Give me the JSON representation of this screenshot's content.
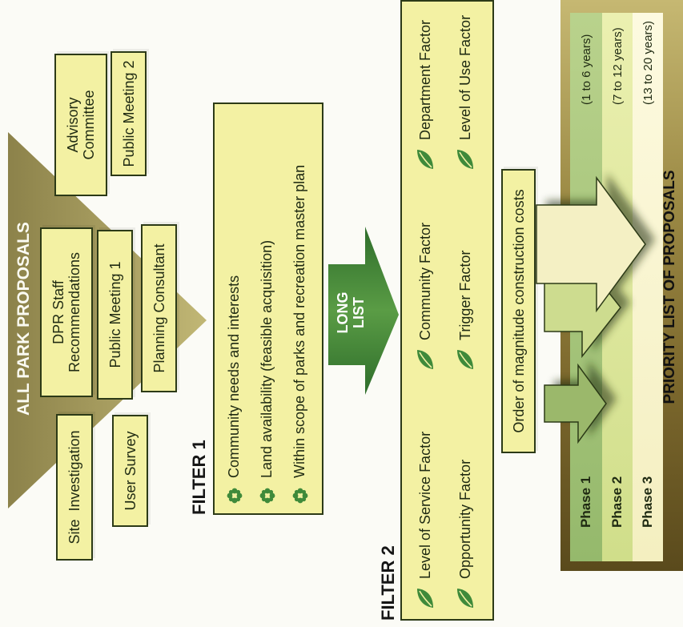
{
  "headings": {
    "all_proposals": "ALL PARK PROPOSALS",
    "filter1": "FILTER 1",
    "long_list": [
      "LONG",
      "LIST"
    ],
    "filter2": "FILTER 2",
    "priority": "PRIORITY LIST OF PROPOSALS"
  },
  "sources": {
    "site_investigation": "Site  Investigation",
    "user_survey": "User Survey",
    "dpr_staff": [
      "DPR Staff",
      "Recommendations"
    ],
    "public_meeting_1": "Public Meeting 1",
    "planning_consultant": "Planning Consultant",
    "advisory_committee": [
      "Advisory",
      "Committee"
    ],
    "public_meeting_2": "Public Meeting 2"
  },
  "filter1_criteria": [
    "Community needs and interests",
    "Land availability (feasible acquisition)",
    "Within scope of parks and recreation master plan"
  ],
  "filter2_factors": [
    "Level of Service Factor",
    "Community Factor",
    "Department Factor",
    "Opportunity Factor",
    "Trigger Factor",
    "Level of Use Factor"
  ],
  "cost_note": "Order of magnitude construction costs",
  "phases": [
    {
      "name": "Phase 1",
      "range": "(1 to 6 years)"
    },
    {
      "name": "Phase 2",
      "range": "(7 to 12 years)"
    },
    {
      "name": "Phase 3",
      "range": "(13 to 20 years)"
    }
  ],
  "colors": {
    "box_fill": "#f3f1a3",
    "border": "#2c3a17",
    "triangle": "#a49a52",
    "long_list_arrow": "#3f8a3a",
    "panel_dark": "#6e5a25",
    "phase1": "#a9c77b",
    "phase2": "#dfe79d",
    "phase3": "#fbf6cd",
    "icon_green": "#3f8a3a"
  }
}
